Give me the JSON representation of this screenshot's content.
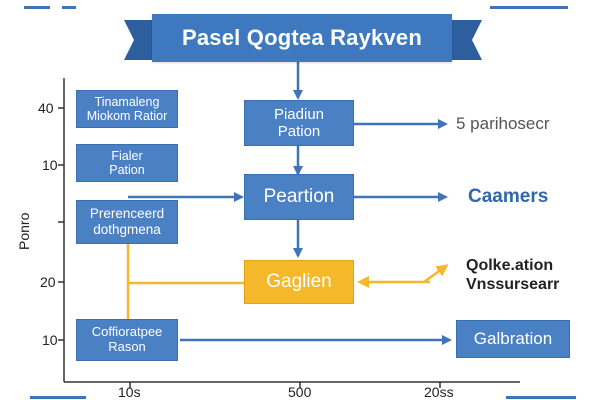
{
  "colors": {
    "blue": "#4a80c4",
    "blue_dark": "#3e78bf",
    "arrow_blue": "#3e74b8",
    "yellow": "#f5b82a",
    "yellow_border": "#e2a31b"
  },
  "title": "Pasel Qogtea Raykven",
  "left_axis": {
    "labels": [
      "40",
      "10",
      "Ponro",
      "20",
      "10"
    ]
  },
  "bottom_axis": {
    "labels": [
      "10s",
      "500",
      "20ss"
    ]
  },
  "left_boxes": [
    {
      "line1": "Tinamaleng",
      "line2": "Miokom Ratior"
    },
    {
      "line1": "Fialer",
      "line2": "Pation"
    },
    {
      "line1": "Prerenceerd",
      "line2": "dothgmena"
    },
    {
      "line1": "Coffioratpee",
      "line2": "Rason"
    }
  ],
  "center_boxes": {
    "top": {
      "line1": "Piadiun",
      "line2": "Pation"
    },
    "middle": {
      "label": "Peartion"
    },
    "bottom": {
      "label": "Gaglien"
    }
  },
  "right_outputs": {
    "top": "5 parihosecr",
    "middle": "Caamers",
    "lower_line1": "Qolke.ation",
    "lower_line2": "Vnssursearr",
    "bottom_box": "Galbration"
  }
}
